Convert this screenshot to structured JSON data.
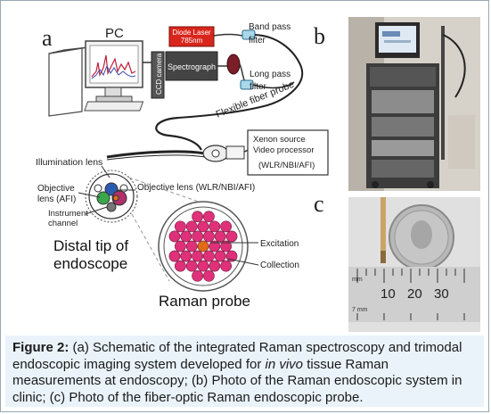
{
  "panels": {
    "a": {
      "letter": "a"
    },
    "b": {
      "letter": "b"
    },
    "c": {
      "letter": "c"
    }
  },
  "diagram": {
    "pc_label": "PC",
    "ccd_camera_label": "CCD camera",
    "spectrograph_label": "Spectrograph",
    "laser_label": "Diode Laser",
    "laser_wavelength": "785nm",
    "band_pass_label": [
      "Band pass",
      "filter"
    ],
    "long_pass_label": [
      "Long pass",
      "filter"
    ],
    "fiber_probe_label": "Flexible fiber probe",
    "xenon_source_label": "Xenon source",
    "video_processor_label": "Video processor",
    "imaging_modes_label": "(WLR/NBI/AFI)",
    "illumination_lens_label": "Illumination lens",
    "objective_lens_afi_label": [
      "Objective",
      "lens (AFI)"
    ],
    "objective_lens_wlr_label": "Objective lens (WLR/NBI/AFI)",
    "instrument_channel_label": [
      "Instrument",
      "channel"
    ],
    "distal_tip_label": [
      "Distal tip of",
      "endoscope"
    ],
    "excitation_label": "Excitation",
    "collection_label": "Collection",
    "raman_probe_label": "Raman probe",
    "colors": {
      "excitation_fiber": "#e06a18",
      "collection_fibers": "#e0307a",
      "laser": "#d9261c",
      "filter": "#a8d8ea"
    }
  },
  "photo_c": {
    "ruler_unit": "mm",
    "ruler_ticks": [
      "10",
      "20",
      "30"
    ],
    "ruler_unit_bottom": "7 mm"
  },
  "caption": {
    "label": "Figure 2:",
    "text_1": " (a) Schematic of the integrated Raman spectroscopy and trimodal endoscopic imaging system developed for ",
    "italic": "in vivo",
    "text_2": " tissue Raman measurements at endoscopy; (b) Photo of the Raman endoscopic system in clinic; (c) Photo of the fiber-optic Raman endoscopic probe."
  }
}
